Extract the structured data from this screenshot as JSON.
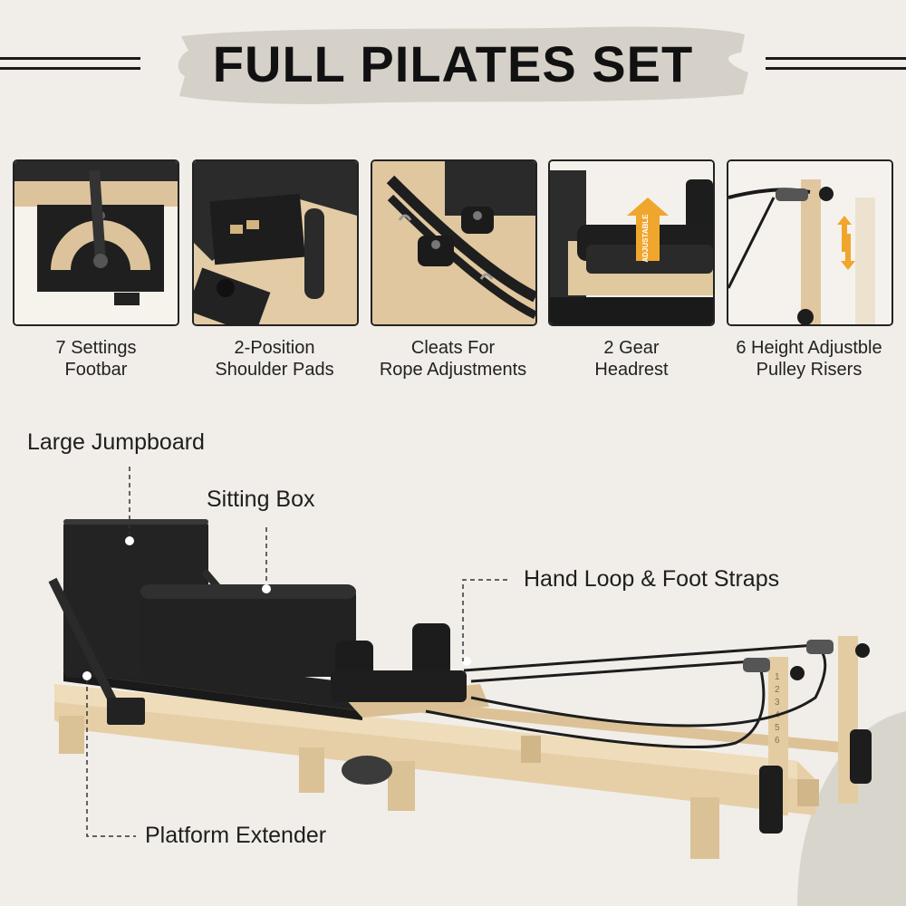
{
  "header": {
    "title": "FULL PILATES SET"
  },
  "features": [
    {
      "line1": "7 Settings",
      "line2": "Footbar"
    },
    {
      "line1": "2-Position",
      "line2": "Shoulder Pads"
    },
    {
      "line1": "Cleats For",
      "line2": "Rope Adjustments"
    },
    {
      "line1": "2 Gear",
      "line2": "Headrest",
      "badge": "ADJUSTABLE"
    },
    {
      "line1": "6 Height Adjustble",
      "line2": "Pulley Risers"
    }
  ],
  "callouts": {
    "jumpboard": "Large Jumpboard",
    "sitting_box": "Sitting Box",
    "hand_loop": "Hand Loop & Foot Straps",
    "platform": "Platform Extender"
  },
  "riser_numbers": [
    "1",
    "2",
    "3",
    "4",
    "5",
    "6"
  ]
}
